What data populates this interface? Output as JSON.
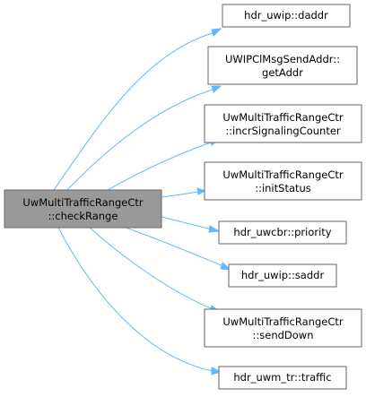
{
  "graph": {
    "root": {
      "line1": "UwMultiTrafficRangeCtr",
      "line2": "::checkRange"
    },
    "callees": [
      {
        "line1": "hdr_uwip::daddr",
        "line2": ""
      },
      {
        "line1": "UWIPClMsgSendAddr::",
        "line2": "getAddr"
      },
      {
        "line1": "UwMultiTrafficRangeCtr",
        "line2": "::incrSignalingCounter"
      },
      {
        "line1": "UwMultiTrafficRangeCtr",
        "line2": "::initStatus"
      },
      {
        "line1": "hdr_uwcbr::priority",
        "line2": ""
      },
      {
        "line1": "hdr_uwip::saddr",
        "line2": ""
      },
      {
        "line1": "UwMultiTrafficRangeCtr",
        "line2": "::sendDown"
      },
      {
        "line1": "hdr_uwm_tr::traffic",
        "line2": ""
      }
    ],
    "colors": {
      "edge": "#63b8ff",
      "root_fill": "#999999",
      "node_fill": "#ffffff",
      "node_border": "#666666"
    }
  }
}
